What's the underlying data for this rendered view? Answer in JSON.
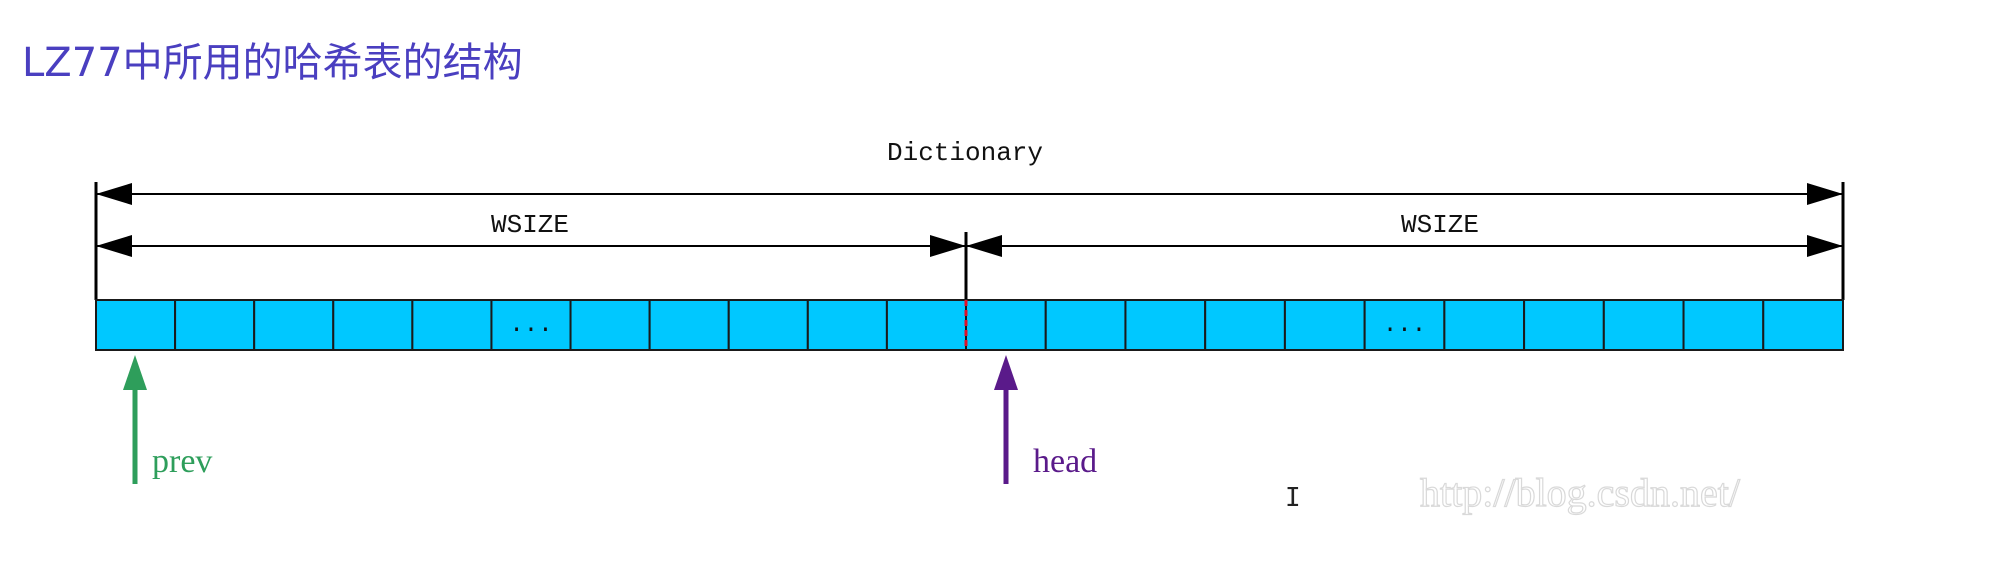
{
  "title": "LZ77中所用的哈希表的结构",
  "diagram": {
    "dictionary_label": "Dictionary",
    "left_window_label": "WSIZE",
    "right_window_label": "WSIZE",
    "ellipsis": "...",
    "prev_label": "prev",
    "head_label": "head",
    "watermark": "http://blog.csdn.net/",
    "cells_per_window": 11,
    "ellipsis_cell_index": 5,
    "colors": {
      "cell_fill": "#00c8ff",
      "cell_border": "#1a1a1a",
      "boundary_divider": "#e0102a",
      "prev_arrow": "#2e9e5b",
      "head_arrow": "#5a1a8a",
      "title": "#4a3fc0"
    }
  },
  "cursor_glyph": "I"
}
